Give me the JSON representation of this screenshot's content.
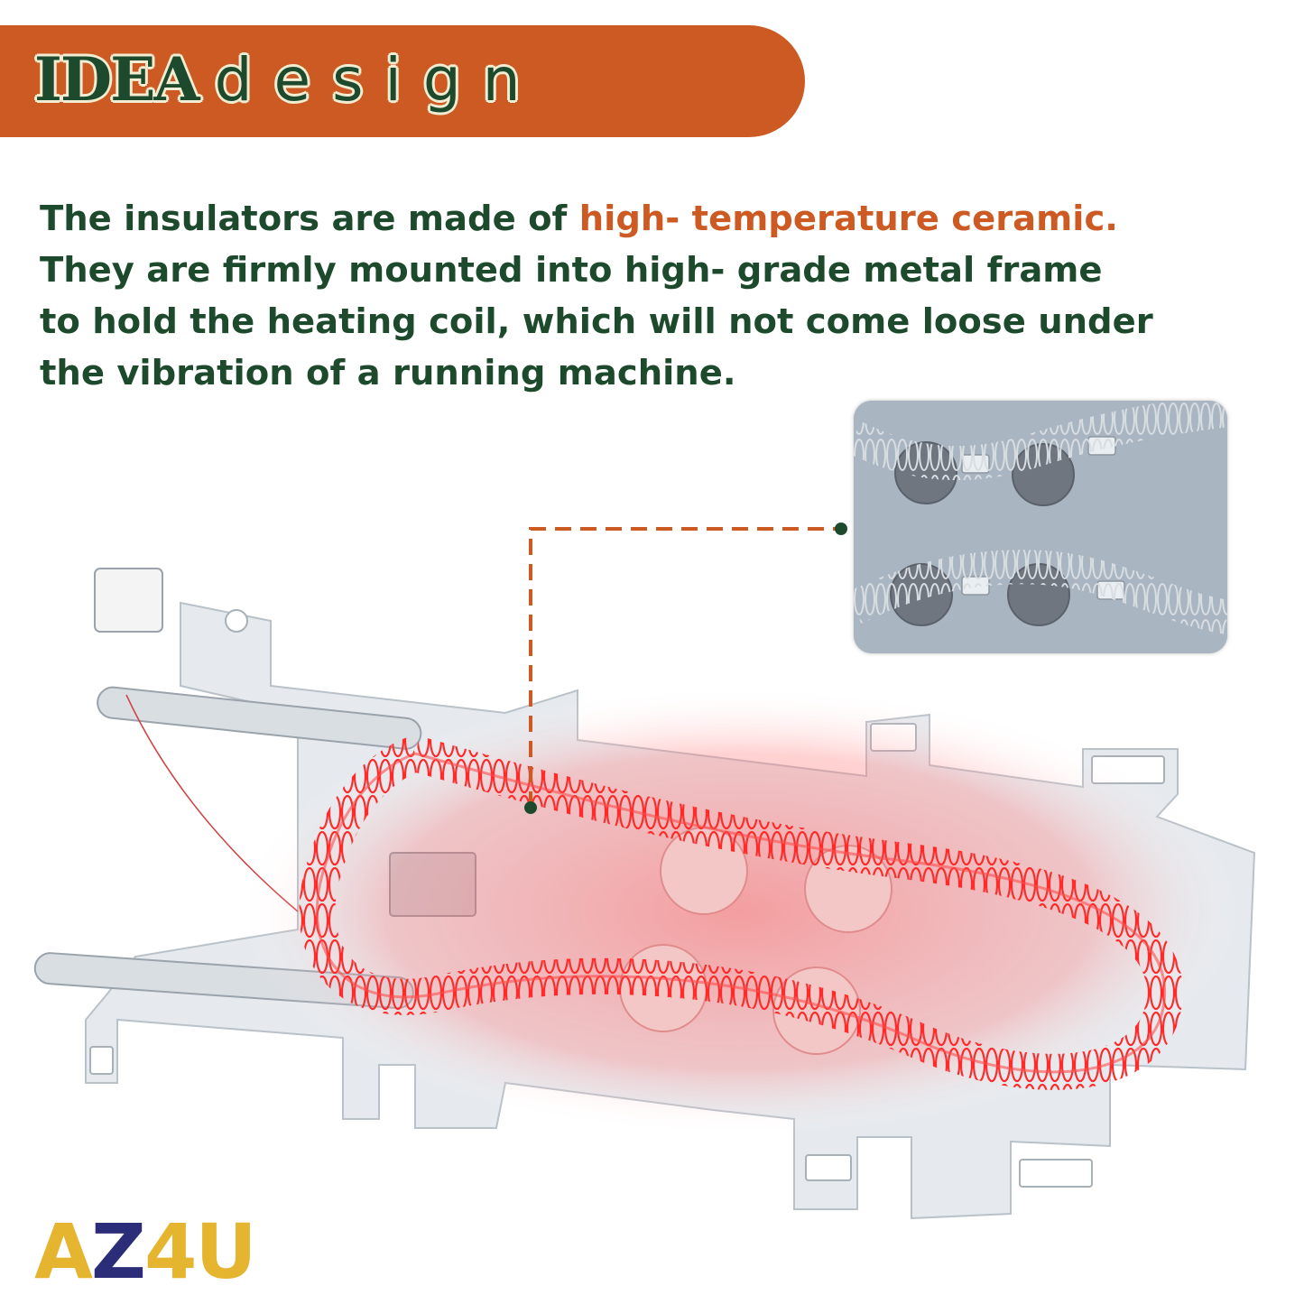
{
  "banner": {
    "brand_bold": "IDEA",
    "brand_light": "design",
    "background_color": "#cc5a22",
    "text_color": "#1d4a2c"
  },
  "description": {
    "line1_before": "The insulators are  made of ",
    "line1_highlight": "high- temperature ceramic.",
    "line2": "They  are firmly mounted into high- grade metal frame",
    "line3": "to hold the heating coil, which will not come loose under",
    "line4": "the vibration of a running machine.",
    "text_color": "#1d4a2c",
    "highlight_color": "#cc5a22"
  },
  "illustration": {
    "coil_color": "#ff3030",
    "callout_color": "#cc5a22",
    "frame_color": "#e4e8ec"
  },
  "logo": {
    "part1": "A",
    "part2": "Z",
    "part3": "4U"
  }
}
